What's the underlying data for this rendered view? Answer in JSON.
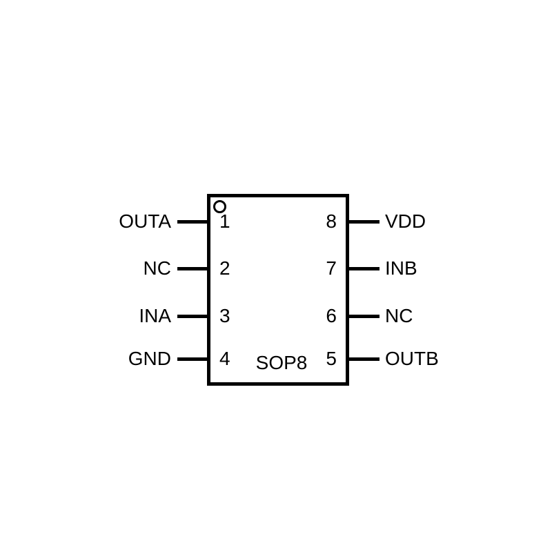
{
  "diagram": {
    "package_label": "SOP8",
    "left_pins": [
      {
        "number": "1",
        "label": "OUTA"
      },
      {
        "number": "2",
        "label": "NC"
      },
      {
        "number": "3",
        "label": "INA"
      },
      {
        "number": "4",
        "label": "GND"
      }
    ],
    "right_pins": [
      {
        "number": "8",
        "label": "VDD"
      },
      {
        "number": "7",
        "label": "INB"
      },
      {
        "number": "6",
        "label": "NC"
      },
      {
        "number": "5",
        "label": "OUTB"
      }
    ],
    "colors": {
      "line": "#000000",
      "background": "#ffffff"
    }
  }
}
